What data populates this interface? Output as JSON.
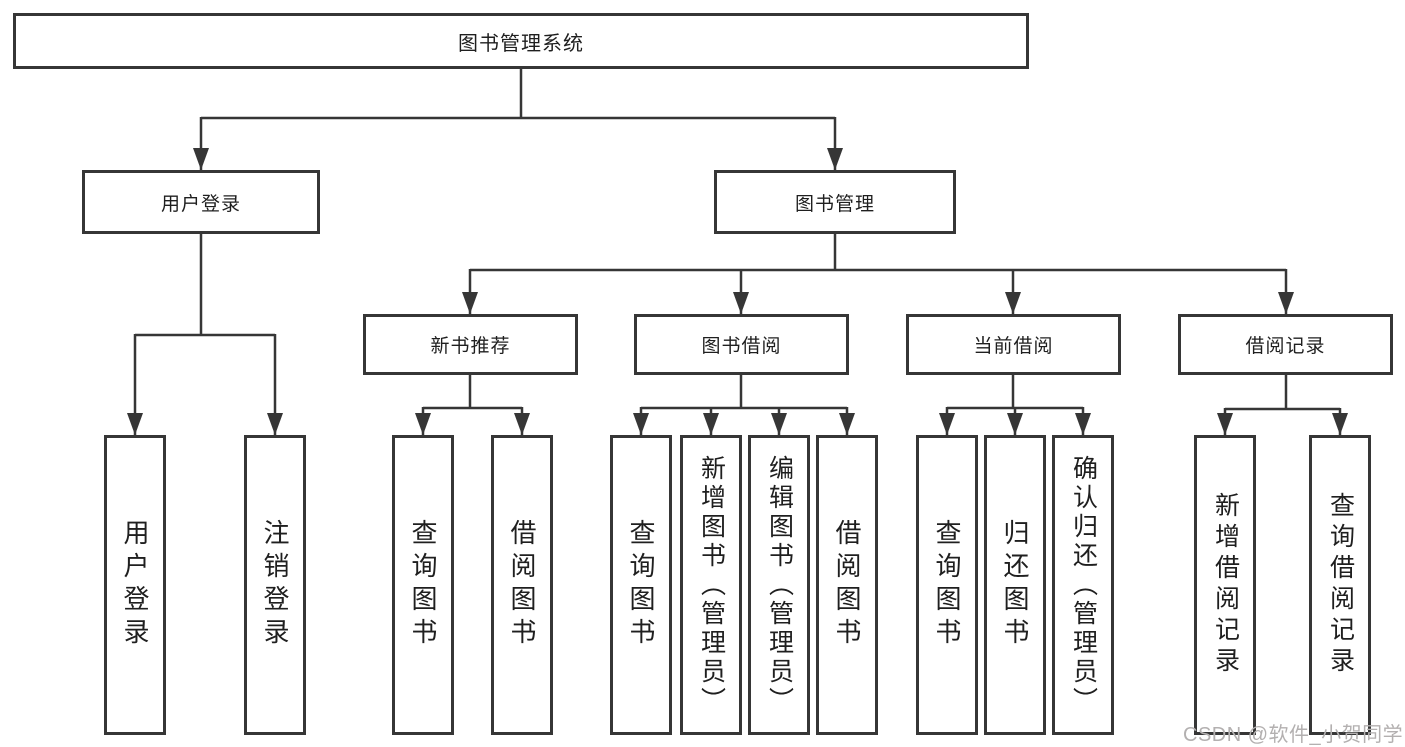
{
  "diagram": {
    "root": {
      "label": "图书管理系统"
    },
    "level2": {
      "user_login": {
        "label": "用户登录"
      },
      "book_management": {
        "label": "图书管理"
      }
    },
    "level3": {
      "new_book_recommend": {
        "label": "新书推荐"
      },
      "book_borrowing": {
        "label": "图书借阅"
      },
      "current_borrowing": {
        "label": "当前借阅"
      },
      "borrowing_records": {
        "label": "借阅记录"
      }
    },
    "leaves": {
      "user_login": {
        "label": "用户登录"
      },
      "logout": {
        "label": "注销登录"
      },
      "recommend_query_books": {
        "label": "查询图书"
      },
      "recommend_borrow_books": {
        "label": "借阅图书"
      },
      "borrowing_query_books": {
        "label": "查询图书"
      },
      "borrowing_add_book_admin": {
        "label": "新增图书（管理员）"
      },
      "borrowing_edit_book_admin": {
        "label": "编辑图书（管理员）"
      },
      "borrowing_borrow_books": {
        "label": "借阅图书"
      },
      "current_query_books": {
        "label": "查询图书"
      },
      "current_return_books": {
        "label": "归还图书"
      },
      "current_confirm_return_admin": {
        "label": "确认归还（管理员）"
      },
      "records_add_record": {
        "label": "新增借阅记录"
      },
      "records_query_record": {
        "label": "查询借阅记录"
      }
    },
    "watermark": "CSDN @软件_小贺同学",
    "colors": {
      "line": "#363636",
      "text": "#1f1f1f",
      "box_background": "#ffffff",
      "page_background": "#ffffff",
      "watermark": "#b3b0b0"
    }
  }
}
